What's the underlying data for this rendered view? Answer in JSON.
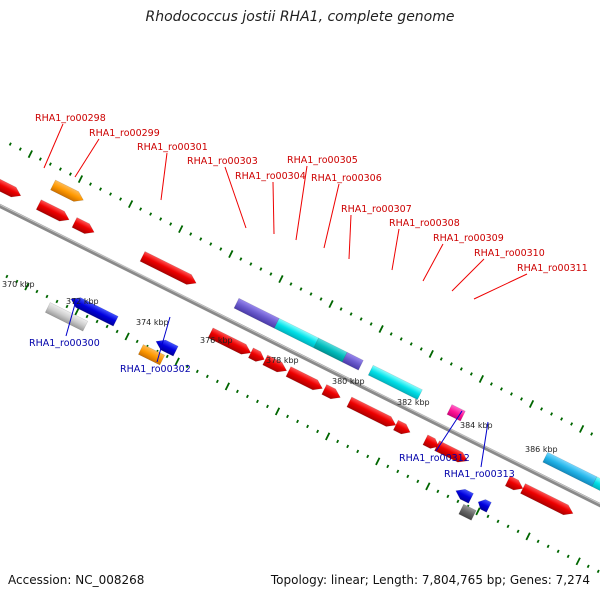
{
  "title": "Rhodococcus jostii RHA1, complete genome",
  "footer": {
    "accession": "Accession: NC_008268",
    "summary": "Topology: linear; Length: 7,804,765 bp; Genes: 7,274"
  },
  "colors": {
    "forward_gene": "#ee0000",
    "reverse_gene": "#0000dd",
    "backbone": "#8a8a8a",
    "tick": "#006600",
    "label_forward": "#cc0000",
    "label_reverse": "#0000aa"
  },
  "scale_labels": [
    "370 kbp",
    "372 kbp",
    "374 kbp",
    "376 kbp",
    "378 kbp",
    "380 kbp",
    "382 kbp",
    "384 kbp",
    "386 kbp"
  ],
  "forward_labels": [
    "RHA1_ro00298",
    "RHA1_ro00299",
    "RHA1_ro00301",
    "RHA1_ro00303",
    "RHA1_ro00304",
    "RHA1_ro00305",
    "RHA1_ro00306",
    "RHA1_ro00307",
    "RHA1_ro00308",
    "RHA1_ro00309",
    "RHA1_ro00310",
    "RHA1_ro00311"
  ],
  "reverse_labels": [
    "RHA1_ro00300",
    "RHA1_ro00302",
    "RHA1_ro00312",
    "RHA1_ro00313"
  ]
}
